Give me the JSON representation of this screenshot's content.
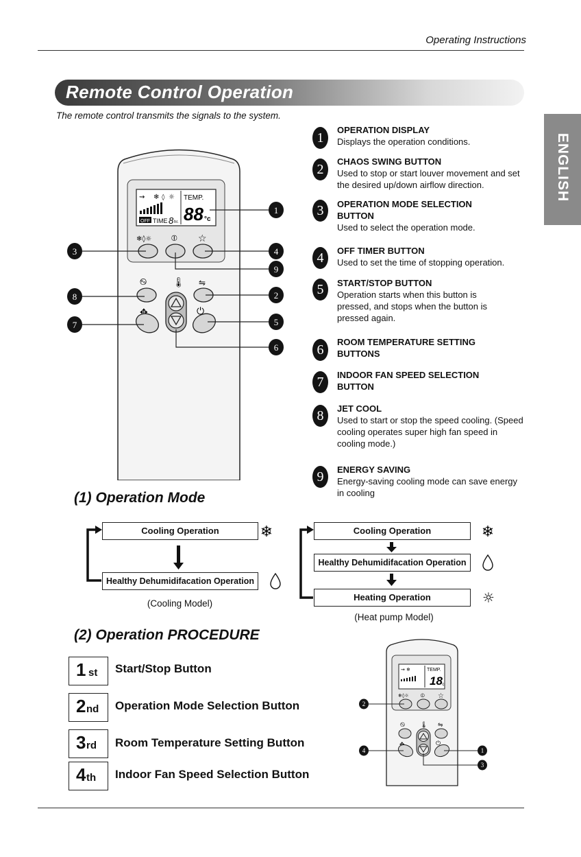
{
  "header": {
    "title": "Operating Instructions"
  },
  "banner": {
    "title": "Remote Control Operation"
  },
  "intro": "The remote control transmits the signals to the system.",
  "side_tab": "ENGLISH",
  "remote": {
    "temp_label": "TEMP.",
    "temp_digits": "88",
    "temp_unit": "°c",
    "off_label": "OFF",
    "time_label": "TIME",
    "time_digit": "8",
    "hr_label": "hr."
  },
  "callouts": [
    "1",
    "2",
    "3",
    "4",
    "5",
    "6",
    "7",
    "8",
    "9"
  ],
  "items": [
    {
      "num": "1",
      "title": "OPERATION DISPLAY",
      "desc": "Displays the operation conditions."
    },
    {
      "num": "2",
      "title": "CHAOS SWING BUTTON",
      "desc": "Used to stop or start louver movement and set the desired up/down airflow direction."
    },
    {
      "num": "3",
      "title": "OPERATION MODE SELECTION BUTTON",
      "desc": "Used to select the operation mode."
    },
    {
      "num": "4",
      "title": "OFF TIMER BUTTON",
      "desc": "Used to set the time of stopping operation."
    },
    {
      "num": "5",
      "title": "START/STOP BUTTON",
      "desc": "Operation starts when this button is pressed, and stops when the button is pressed again."
    },
    {
      "num": "6",
      "title": "ROOM TEMPERATURE SETTING BUTTONS",
      "desc": ""
    },
    {
      "num": "7",
      "title": "INDOOR FAN SPEED SELECTION BUTTON",
      "desc": ""
    },
    {
      "num": "8",
      "title": "JET COOL",
      "desc": "Used to start or stop the speed cooling. (Speed cooling operates super high fan speed in cooling mode.)"
    },
    {
      "num": "9",
      "title": "ENERGY SAVING",
      "desc": "Energy-saving cooling mode can save energy in cooling"
    }
  ],
  "mode_section": {
    "heading": "(1) Operation Mode",
    "cooling_model": {
      "boxes": [
        "Cooling Operation",
        "Healthy Dehumidifacation Operation"
      ],
      "caption": "(Cooling Model)"
    },
    "heatpump_model": {
      "boxes": [
        "Cooling Operation",
        "Healthy Dehumidifacation Operation",
        "Heating Operation"
      ],
      "caption": "(Heat pump Model)"
    }
  },
  "procedure": {
    "heading": "(2) Operation PROCEDURE",
    "steps": [
      {
        "num": "1",
        "suffix": "st",
        "label": "Start/Stop Button"
      },
      {
        "num": "2",
        "suffix": "nd",
        "label": "Operation Mode Selection Button"
      },
      {
        "num": "3",
        "suffix": "rd",
        "label": "Room Temperature Setting Button"
      },
      {
        "num": "4",
        "suffix": "th",
        "label": "Indoor Fan Speed Selection Button"
      }
    ],
    "small_remote": {
      "temp_label": "TEMP.",
      "temp_digits": "18",
      "temp_unit": "°c",
      "callouts": [
        "2",
        "4",
        "1",
        "3"
      ]
    }
  }
}
